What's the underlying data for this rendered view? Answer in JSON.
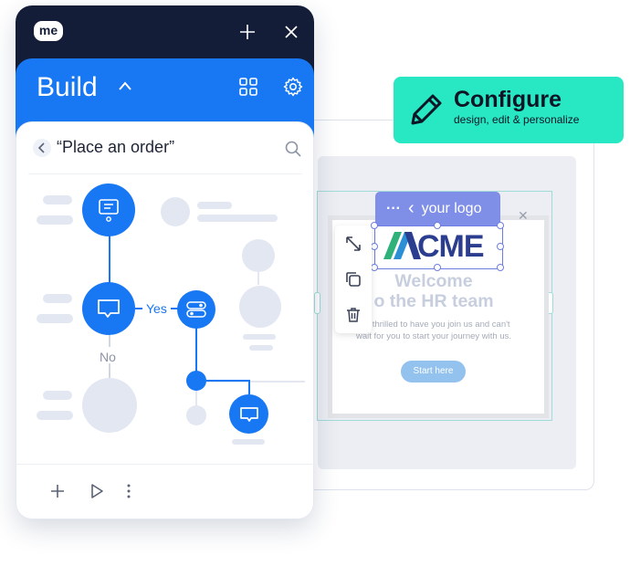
{
  "window": {
    "logo_text": "me"
  },
  "build_panel": {
    "title": "Build",
    "search_title": "“Place an order”",
    "flow": {
      "yes_label": "Yes",
      "no_label": "No"
    }
  },
  "configure_badge": {
    "title": "Configure",
    "subtitle": "design, edit & personalize"
  },
  "editor": {
    "logo_toolbar": {
      "dots": "···",
      "back": "‹",
      "label": "your logo"
    },
    "logo_text": "CME",
    "welcome_title_line1": "Welcome",
    "welcome_title_line2": "o the HR team",
    "welcome_text": "are thrilled to have you join us and can't wait for you to start your journey with us.",
    "start_button": "Start here"
  },
  "colors": {
    "brand_blue": "#1877f2",
    "dark_navy": "#141d38",
    "configure_teal": "#28e8c3",
    "logo_purple": "#7f8fe8"
  }
}
